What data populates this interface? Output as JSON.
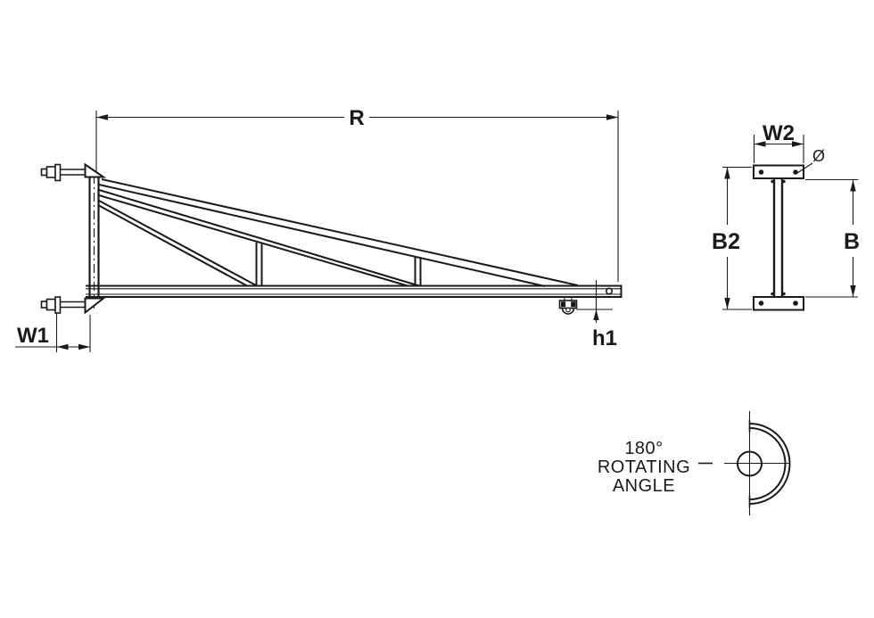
{
  "main_view": {
    "dim_radius": "R",
    "dim_wall_width": "W1",
    "dim_hook_height": "h1"
  },
  "side_view": {
    "dim_plate_width": "W2",
    "dim_overall_height": "B2",
    "dim_beam_height": "B",
    "dim_hole_diameter": "Ø"
  },
  "rotation_view": {
    "angle": "180°",
    "label_line1": "ROTATING",
    "label_line2": "ANGLE"
  },
  "colors": {
    "line": "#1a1a1a",
    "background": "#ffffff"
  }
}
